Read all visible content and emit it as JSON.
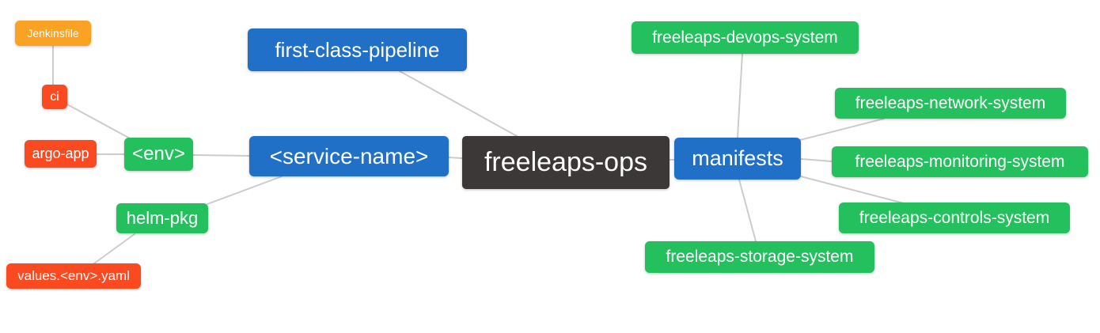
{
  "diagram": {
    "type": "mindmap",
    "background": "#ffffff",
    "edge_color": "#cccccc",
    "text_color": "#ffffff"
  },
  "palette": {
    "blue": "#2170c7",
    "green": "#25c05e",
    "red_orange": "#fb4a20",
    "orange": "#f9a223",
    "dark": "#3b3837"
  },
  "nodes": [
    {
      "id": "jenkinsfile",
      "label": "Jenkinsfile",
      "color": "#f9a223"
    },
    {
      "id": "ci",
      "label": "ci",
      "color": "#fb4a20"
    },
    {
      "id": "argo-app",
      "label": "argo-app",
      "color": "#fb4a20"
    },
    {
      "id": "env",
      "label": "<env>",
      "color": "#25c05e"
    },
    {
      "id": "helm-pkg",
      "label": "helm-pkg",
      "color": "#25c05e"
    },
    {
      "id": "values-env-yaml",
      "label": "values.<env>.yaml",
      "color": "#fb4a20"
    },
    {
      "id": "first-class-pipeline",
      "label": "first-class-pipeline",
      "color": "#2170c7"
    },
    {
      "id": "service-name",
      "label": "<service-name>",
      "color": "#2170c7"
    },
    {
      "id": "freeleaps-ops",
      "label": "freeleaps-ops",
      "color": "#3b3837"
    },
    {
      "id": "manifests",
      "label": "manifests",
      "color": "#2170c7"
    },
    {
      "id": "freeleaps-devops-system",
      "label": "freeleaps-devops-system",
      "color": "#25c05e"
    },
    {
      "id": "freeleaps-network-system",
      "label": "freeleaps-network-system",
      "color": "#25c05e"
    },
    {
      "id": "freeleaps-monitoring-system",
      "label": "freeleaps-monitoring-system",
      "color": "#25c05e"
    },
    {
      "id": "freeleaps-controls-system",
      "label": "freeleaps-controls-system",
      "color": "#25c05e"
    },
    {
      "id": "freeleaps-storage-system",
      "label": "freeleaps-storage-system",
      "color": "#25c05e"
    }
  ],
  "edges": [
    {
      "from": "jenkinsfile",
      "to": "ci"
    },
    {
      "from": "ci",
      "to": "env"
    },
    {
      "from": "argo-app",
      "to": "env"
    },
    {
      "from": "env",
      "to": "service-name"
    },
    {
      "from": "helm-pkg",
      "to": "service-name"
    },
    {
      "from": "values-env-yaml",
      "to": "helm-pkg"
    },
    {
      "from": "service-name",
      "to": "freeleaps-ops"
    },
    {
      "from": "first-class-pipeline",
      "to": "freeleaps-ops"
    },
    {
      "from": "freeleaps-ops",
      "to": "manifests"
    },
    {
      "from": "manifests",
      "to": "freeleaps-devops-system"
    },
    {
      "from": "manifests",
      "to": "freeleaps-network-system"
    },
    {
      "from": "manifests",
      "to": "freeleaps-monitoring-system"
    },
    {
      "from": "manifests",
      "to": "freeleaps-controls-system"
    },
    {
      "from": "manifests",
      "to": "freeleaps-storage-system"
    }
  ]
}
